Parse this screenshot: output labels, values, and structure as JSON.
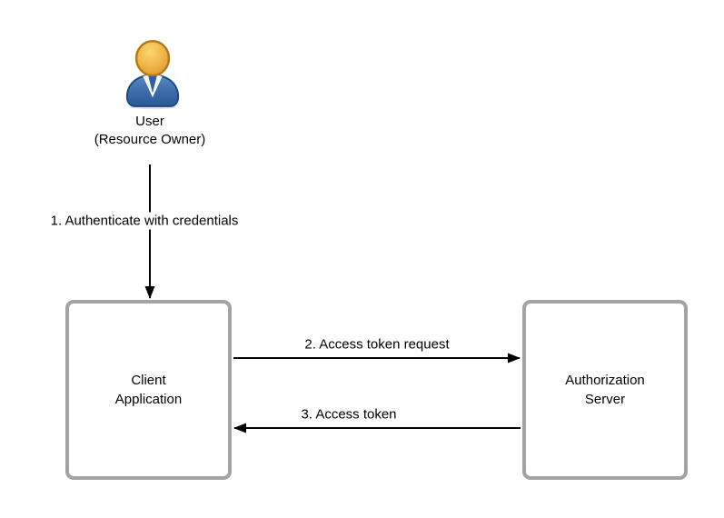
{
  "diagram": {
    "actor": {
      "lines": [
        "User",
        "(Resource Owner)"
      ]
    },
    "nodes": {
      "client": {
        "lines": [
          "Client",
          "Application"
        ]
      },
      "auth": {
        "lines": [
          "Authorization",
          "Server"
        ]
      }
    },
    "edges": {
      "authenticate": {
        "label": "1. Authenticate with credentials",
        "from": "User (Resource Owner)",
        "to": "Client Application",
        "direction": "down"
      },
      "token_request": {
        "label": "2. Access token request",
        "from": "Client Application",
        "to": "Authorization Server",
        "direction": "right"
      },
      "token_response": {
        "label": "3. Access token",
        "from": "Authorization Server",
        "to": "Client Application",
        "direction": "left"
      }
    },
    "colors": {
      "background": "#ffffff",
      "node_border": "#a3a3a3",
      "node_fill": "#ffffff",
      "connector": "#000000",
      "label_text": "#000000",
      "actor_head": "#eeab43",
      "actor_head_outline": "#b4771a",
      "actor_body": "#3567a6",
      "actor_body_outline": "#1c4a80",
      "actor_shirt": "#ffffff"
    }
  }
}
